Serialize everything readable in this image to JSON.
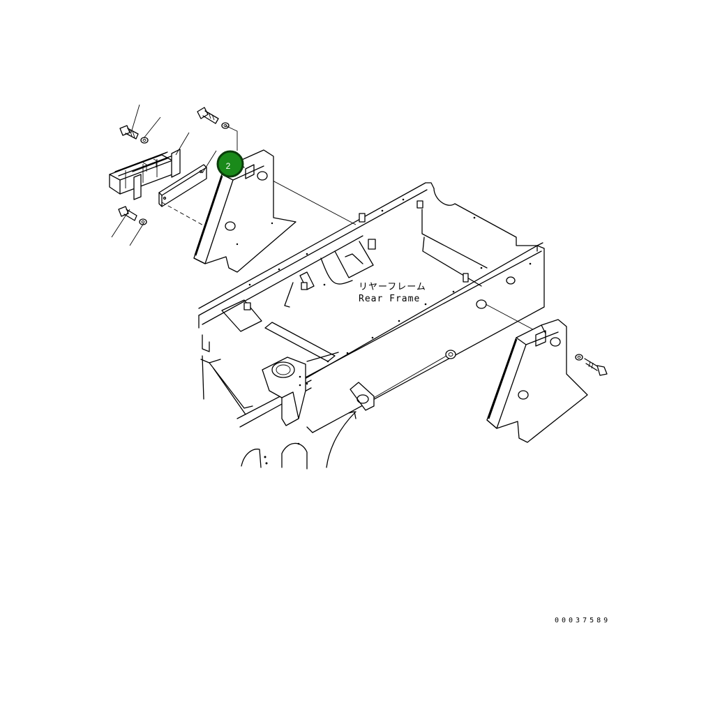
{
  "diagram": {
    "frame_label_jp": "リヤーフレーム",
    "frame_label_en": "Rear Frame",
    "document_number": "00037589",
    "callouts": [
      {
        "number": "2",
        "color": "#1a8a1a",
        "border": "#0b3d0b"
      }
    ]
  }
}
